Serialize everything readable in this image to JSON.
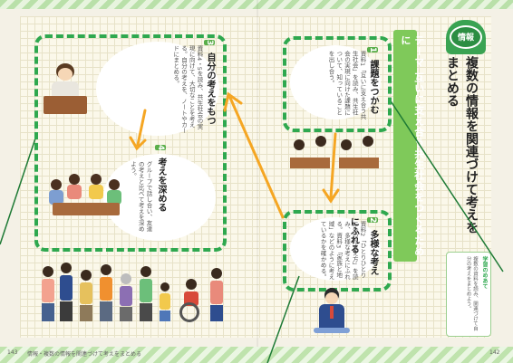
{
  "chapter_tab": "情報",
  "page_title": "複数の情報を関連づけて考えをまとめる",
  "theme_banner": "テーマ 互いに支え合う共生社会をつくるために",
  "steps": [
    {
      "num": "1",
      "heading": "課題をつかむ",
      "body": "資料1「互いに支え合う共生社会」を読み、共生社会の実現に向けた課題について、知っていることを出し合う。"
    },
    {
      "num": "2",
      "heading": "多様な考えにふれる",
      "body": "資料2「ひとりひとりに合った支え方」を読み、多様な考えにふれる。資料3「家族と地域」などのように考えているかを確かめる。"
    },
    {
      "num": "3",
      "heading": "自分の考えをもつ",
      "body": "資料4・5を読み、共生社会の実現に向けて、大切なことを考える。自分の考えを、ノートやカードにまとめる。"
    },
    {
      "num": "4",
      "heading": "考えを深める",
      "body": "グループで話し合い、友達の考えと比べて考えを深めよう。"
    }
  ],
  "side_note": {
    "label": "学習のめあて",
    "body": "複数の資料を読み、関連づけて自分の考えをまとめよう。"
  },
  "footer": {
    "left_page": "143",
    "left_caption": "情報・複数の情報を関連づけて考えをまとめる",
    "right_page": "142"
  },
  "colors": {
    "green": "#2fa84f",
    "orange": "#f5a623",
    "tab": "#3aa352"
  }
}
